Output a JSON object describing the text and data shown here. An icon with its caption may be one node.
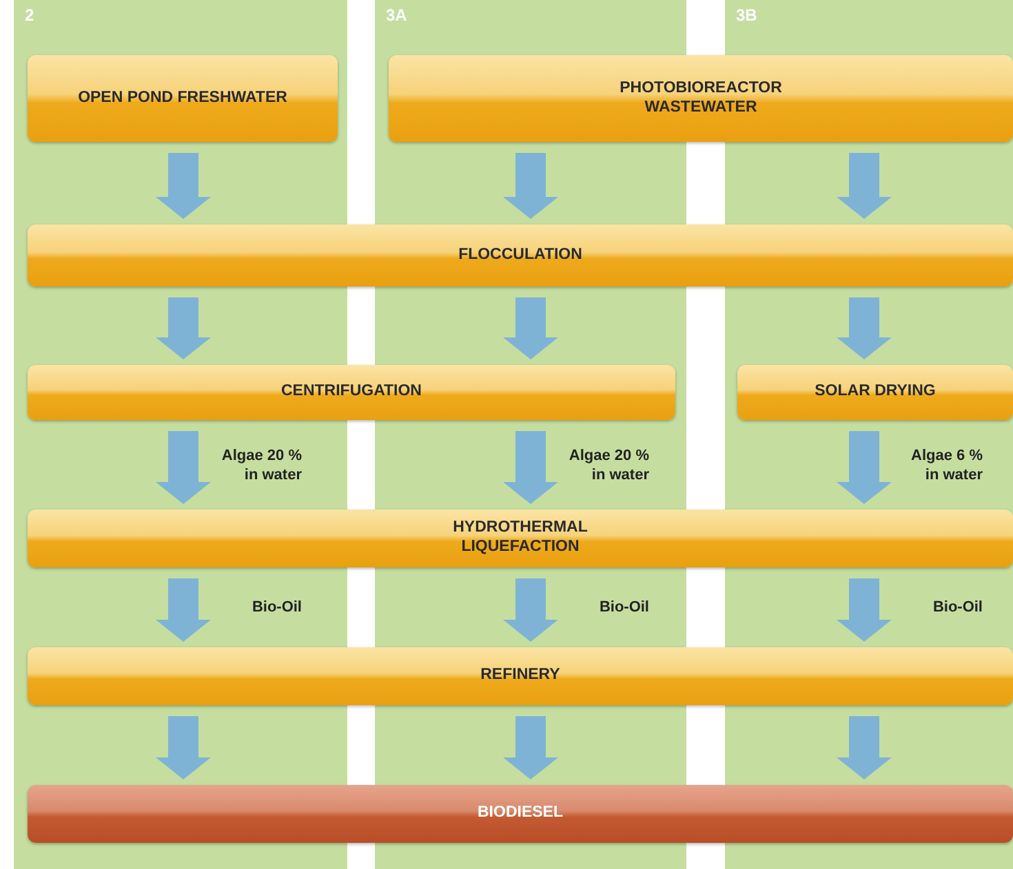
{
  "diagram": {
    "nodes": [
      {
        "text": [
          "OPEN POND FRESHWATER"
        ]
      },
      {
        "text": [
          "PHOTOBIOREACTOR WASTEWATER"
        ]
      },
      {
        "text": [
          "FLOCCULATION"
        ]
      },
      {
        "text": [
          "CENTRIFUGATION"
        ]
      },
      {
        "text": [
          "SOLAR DRYING"
        ]
      },
      {
        "text": [
          "HYDROTHERMAL LIQUEFACTION"
        ]
      },
      {
        "text": [
          "REFINERY"
        ]
      },
      {
        "text": [
          "BIODIESEL"
        ]
      }
    ],
    "edges": [
      {
        "from": 0,
        "to": 2,
        "arrow": "to"
      },
      {
        "from": 1,
        "to": 2,
        "arrow": "to"
      },
      {
        "from": 1,
        "to": 2,
        "arrow": "to"
      },
      {
        "from": 2,
        "to": 3,
        "arrow": "to"
      },
      {
        "from": 2,
        "to": 3,
        "arrow": "to"
      },
      {
        "from": 2,
        "to": 4,
        "arrow": "to"
      },
      {
        "from": 3,
        "to": 5,
        "arrow": "to",
        "label": "Algae 20 % in water"
      },
      {
        "from": 3,
        "to": 5,
        "arrow": "to",
        "label": "Algae 20 % in water"
      },
      {
        "from": 4,
        "to": 5,
        "arrow": "to",
        "label": "Algae 6 % in water"
      },
      {
        "from": 5,
        "to": 6,
        "arrow": "to",
        "label": "Bio-Oil"
      },
      {
        "from": 5,
        "to": 6,
        "arrow": "to",
        "label": "Bio-Oil"
      },
      {
        "from": 5,
        "to": 6,
        "arrow": "to",
        "label": "Bio-Oil"
      },
      {
        "from": 6,
        "to": 7,
        "arrow": "to"
      },
      {
        "from": 6,
        "to": 7,
        "arrow": "to"
      },
      {
        "from": 6,
        "to": 7,
        "arrow": "to"
      }
    ],
    "labels": [
      "2",
      "3A",
      "3B"
    ]
  }
}
